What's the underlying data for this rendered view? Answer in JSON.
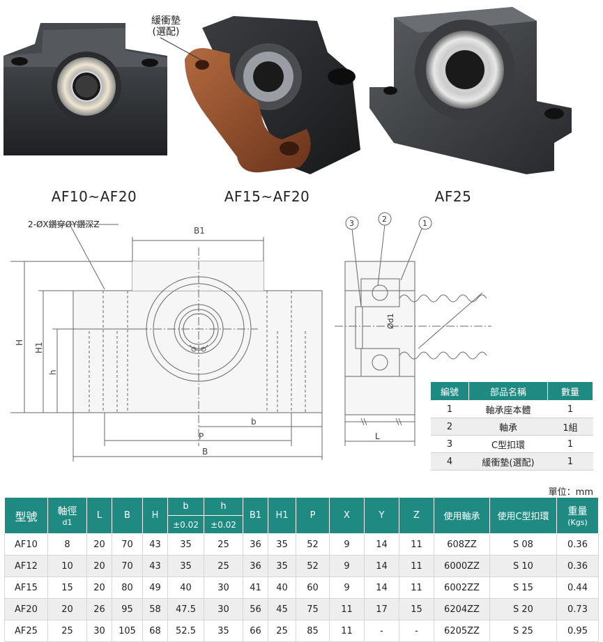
{
  "product_images": [
    {
      "name": "AF10~AF20 housing"
    },
    {
      "name": "AF15~AF20 housing with cushion"
    },
    {
      "name": "AF25 housing"
    }
  ],
  "captions": [
    "AF10~AF20",
    "AF15~AF20",
    "AF25"
  ],
  "cushion_note": {
    "line1": "緩衝墊",
    "line2": "(選配)"
  },
  "drawing": {
    "hole_note": "2-ØX鑽穿ØY鑽深Z",
    "dims": {
      "B1": "B1",
      "H": "H",
      "H1": "H1",
      "h": "h",
      "b": "b",
      "P": "P",
      "B": "B",
      "L": "L",
      "d1": "Ød1"
    },
    "balloons": [
      "3",
      "2",
      "1"
    ]
  },
  "parts_table": {
    "headers": [
      "編號",
      "部品名稱",
      "數量"
    ],
    "rows": [
      [
        "1",
        "軸承座本體",
        "1"
      ],
      [
        "2",
        "軸承",
        "1組"
      ],
      [
        "3",
        "C型扣環",
        "1"
      ],
      [
        "4",
        "緩衝墊(選配)",
        "1"
      ]
    ]
  },
  "unit_label": "單位：mm",
  "spec_table": {
    "headers": {
      "model": "型號",
      "shaft": "軸徑",
      "shaft_sub": "d1",
      "L": "L",
      "B": "B",
      "H": "H",
      "b": "b",
      "b_tol": "±0.02",
      "h": "h",
      "h_tol": "±0.02",
      "B1": "B1",
      "H1": "H1",
      "P": "P",
      "X": "X",
      "Y": "Y",
      "Z": "Z",
      "bearing": "使用軸承",
      "clip": "使用C型扣環",
      "weight": "重量",
      "weight_sub": "(Kgs)"
    },
    "rows": [
      [
        "AF10",
        "8",
        "20",
        "70",
        "43",
        "35",
        "25",
        "36",
        "35",
        "52",
        "9",
        "14",
        "11",
        "608ZZ",
        "S 08",
        "0.36"
      ],
      [
        "AF12",
        "10",
        "20",
        "70",
        "43",
        "35",
        "25",
        "36",
        "35",
        "52",
        "9",
        "14",
        "11",
        "6000ZZ",
        "S 10",
        "0.36"
      ],
      [
        "AF15",
        "15",
        "20",
        "80",
        "49",
        "40",
        "30",
        "41",
        "40",
        "60",
        "9",
        "14",
        "11",
        "6002ZZ",
        "S 15",
        "0.44"
      ],
      [
        "AF20",
        "20",
        "26",
        "95",
        "58",
        "47.5",
        "30",
        "56",
        "45",
        "75",
        "11",
        "17",
        "15",
        "6204ZZ",
        "S 20",
        "0.73"
      ],
      [
        "AF25",
        "25",
        "30",
        "105",
        "68",
        "52.5",
        "35",
        "66",
        "25",
        "85",
        "11",
        "-",
        "-",
        "6205ZZ",
        "S 25",
        "0.95"
      ]
    ]
  },
  "colors": {
    "header_teal": "#1f8a82",
    "block_dark": "#2b2d30",
    "cushion_brown": "#8a4a2a",
    "dim_line": "#555555"
  }
}
